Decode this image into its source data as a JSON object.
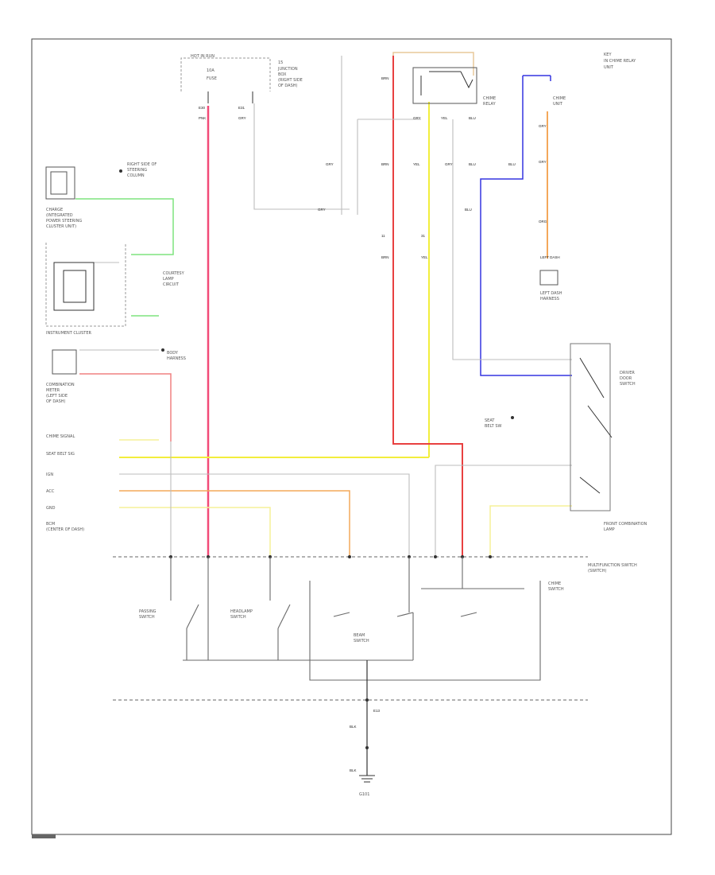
{
  "colors": {
    "pink": "#f24a78",
    "yellow": "#f2ee3c",
    "red": "#e84040",
    "blue": "#3535e0",
    "orange": "#f4a85a",
    "green": "#7fe37f",
    "light_yellow": "#f5f098",
    "tan": "#e8c89a",
    "gray": "#bdbdbd",
    "dark": "#333333"
  },
  "labels": {
    "multifunction_switch": "MULTIFUNCTION SWITCH",
    "instrument_cluster": "INSTRUMENT CLUSTER",
    "ground": "G101"
  }
}
